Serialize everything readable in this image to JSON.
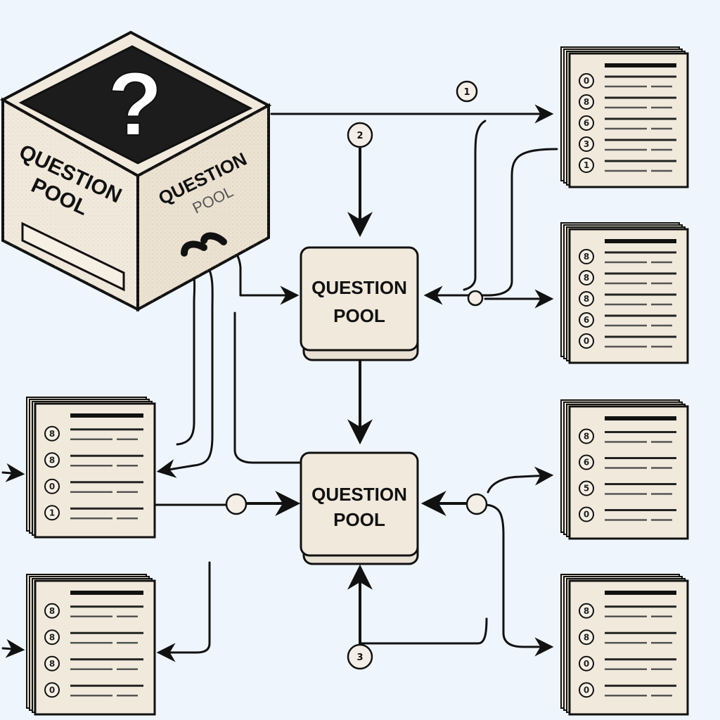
{
  "box": {
    "glyph": "?",
    "front_line1": "QUESTION",
    "front_line2": "POOL",
    "side_line1": "QUESTION",
    "side_line2": "POOL"
  },
  "nodes": [
    {
      "id": "pool-top",
      "line1": "QUESTION",
      "line2": "POOL"
    },
    {
      "id": "pool-bottom",
      "line1": "QUESTION",
      "line2": "POOL"
    }
  ],
  "badges": [
    {
      "id": "badge-top-right",
      "label": "1"
    },
    {
      "id": "badge-top-center",
      "label": "2"
    },
    {
      "id": "badge-mid-right",
      "label": ""
    },
    {
      "id": "badge-lower-left",
      "label": ""
    },
    {
      "id": "badge-lower-right",
      "label": ""
    },
    {
      "id": "badge-bottom",
      "label": "3"
    }
  ],
  "documents": [
    {
      "id": "doc-right-1",
      "numbers": [
        "0",
        "8",
        "6",
        "3",
        "1"
      ]
    },
    {
      "id": "doc-right-2",
      "numbers": [
        "8",
        "8",
        "8",
        "6",
        "0"
      ]
    },
    {
      "id": "doc-right-3",
      "numbers": [
        "8",
        "6",
        "5",
        "0"
      ]
    },
    {
      "id": "doc-right-4",
      "numbers": [
        "8",
        "8",
        "0",
        "0"
      ]
    },
    {
      "id": "doc-left-1",
      "numbers": [
        "8",
        "8",
        "0",
        "1"
      ]
    },
    {
      "id": "doc-left-2",
      "numbers": [
        "8",
        "8",
        "8",
        "0"
      ]
    }
  ],
  "colors": {
    "background": "#eef5fc",
    "paper": "#f1e9dc",
    "ink": "#111111",
    "box_interior": "#1c1c1c"
  }
}
